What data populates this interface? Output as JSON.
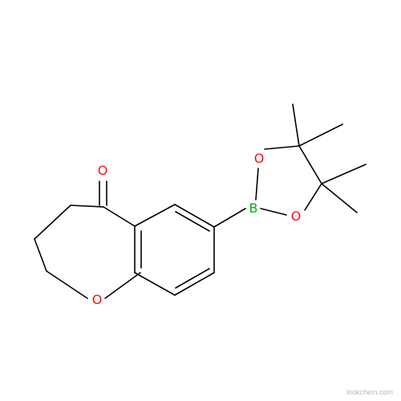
{
  "molecule": {
    "atoms": [
      {
        "id": "O_ketone",
        "label": "O",
        "color": "#ff0d0d"
      },
      {
        "id": "O_ether",
        "label": "O",
        "color": "#ff0d0d"
      },
      {
        "id": "B",
        "label": "B",
        "color": "#00b000"
      },
      {
        "id": "O_boronate_top",
        "label": "O",
        "color": "#ff0d0d"
      },
      {
        "id": "O_boronate_bottom",
        "label": "O",
        "color": "#ff0d0d"
      }
    ],
    "bond_color": "#000000"
  },
  "watermark": "lookchem.com"
}
